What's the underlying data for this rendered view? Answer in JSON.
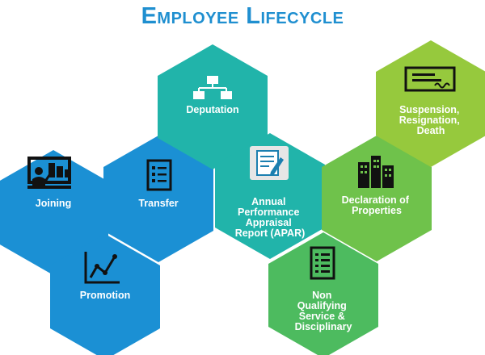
{
  "title": "Employee Lifecycle",
  "colors": {
    "title": "#1f8fd0",
    "blue": "#1b90d4",
    "teal": "#21b4aa",
    "green": "#4dbb5f",
    "light_green": "#6fc24b",
    "lime": "#96c93d",
    "white": "#ffffff"
  },
  "stages": [
    {
      "id": "joining",
      "icon": "presentation-icon",
      "label_lines": [
        "Joining"
      ]
    },
    {
      "id": "transfer",
      "icon": "checklist-icon",
      "label_lines": [
        "Transfer"
      ]
    },
    {
      "id": "promotion",
      "icon": "growth-chart-icon",
      "label_lines": [
        "Promotion"
      ]
    },
    {
      "id": "deputation",
      "icon": "org-chart-icon",
      "label_lines": [
        "Deputation"
      ]
    },
    {
      "id": "apar",
      "icon": "document-edit-icon",
      "label_lines": [
        "Annual",
        "Performance",
        "Appraisal",
        "Report (APAR)"
      ]
    },
    {
      "id": "non-qualifying",
      "icon": "list-document-icon",
      "label_lines": [
        "Non",
        "Qualifying",
        "Service &",
        "Disciplinary"
      ]
    },
    {
      "id": "declaration",
      "icon": "buildings-icon",
      "label_lines": [
        "Declaration of",
        "Properties"
      ]
    },
    {
      "id": "suspension",
      "icon": "cheque-icon",
      "label_lines": [
        "Suspension,",
        "Resignation,",
        "Death"
      ]
    }
  ]
}
